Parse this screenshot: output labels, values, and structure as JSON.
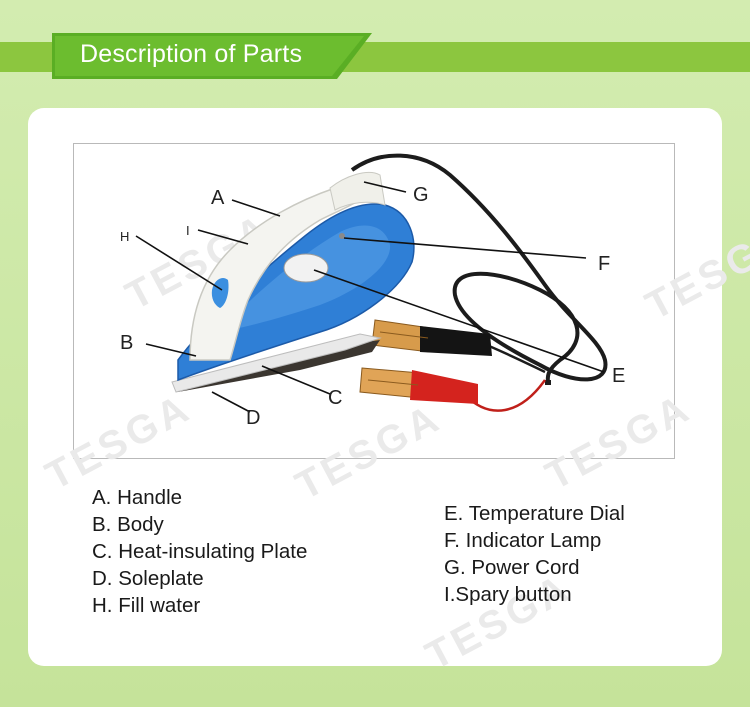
{
  "banner": {
    "title": "Description of Parts"
  },
  "watermark": "TESGA",
  "colors": {
    "banner_green": "#6cbd2f",
    "strip_green": "#8cc63f",
    "background": "#cbe7a4",
    "iron_blue": "#2f7fd6",
    "clamp_red": "#d4231e"
  },
  "callouts": {
    "A": "A",
    "B": "B",
    "C": "C",
    "D": "D",
    "E": "E",
    "F": "F",
    "G": "G",
    "H": "H",
    "I": "I"
  },
  "legend": {
    "left": [
      "A. Handle",
      "B. Body",
      "C. Heat-insulating Plate",
      "D. Soleplate",
      "H. Fill water"
    ],
    "right": [
      "E. Temperature Dial",
      "F. Indicator Lamp",
      "G. Power Cord",
      "I.Spary button"
    ]
  }
}
